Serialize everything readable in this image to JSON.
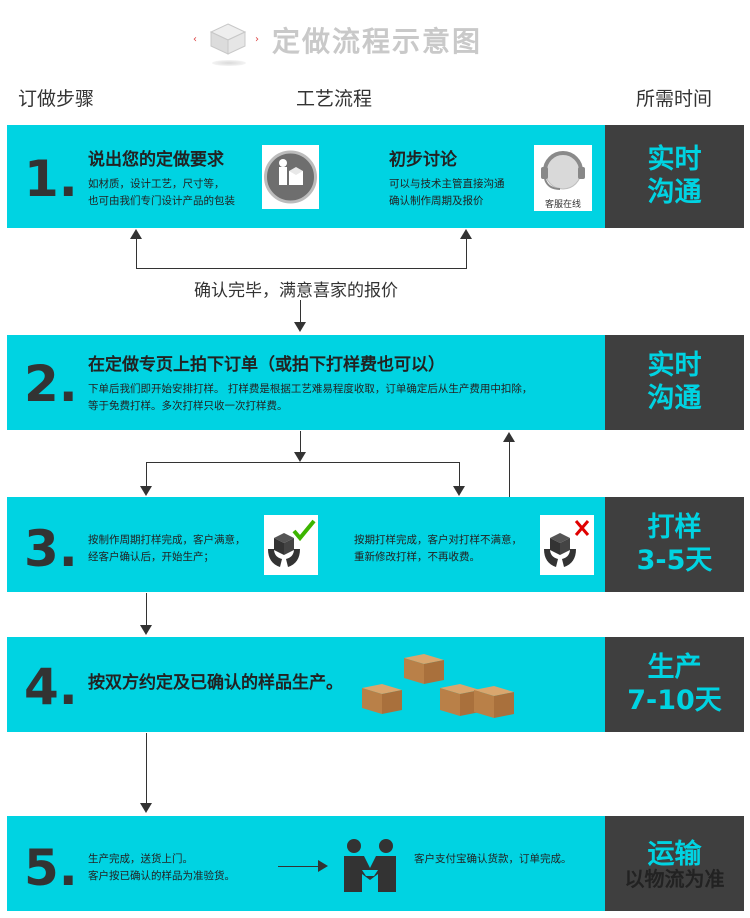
{
  "page_title": "定做流程示意图",
  "columns": {
    "order_steps": "订做步骤",
    "process_flow": "工艺流程",
    "time_needed": "所需时间"
  },
  "steps": [
    {
      "number": "1.",
      "left_heading": "说出您的定做要求",
      "left_lines": [
        "如材质，设计工艺，尺寸等，",
        "也可由我们专门设计产品的包装"
      ],
      "right_heading": "初步讨论",
      "right_lines": [
        "可以与技术主管直接沟通",
        "确认制作周期及报价"
      ],
      "service_label": "客服在线",
      "time_line1": "实时",
      "time_line2": "沟通"
    },
    {
      "number": "2.",
      "heading": "在定做专页上拍下订单（或拍下打样费也可以）",
      "lines": [
        "下单后我们即开始安排打样。   打样费是根据工艺难易程度收取，订单确定后从生产费用中扣除，",
        "等于免费打样。多次打样只收一次打样费。"
      ],
      "time_line1": "实时",
      "time_line2": "沟通"
    },
    {
      "number": "3.",
      "left_lines": [
        "按制作周期打样完成，客户满意，",
        "经客户确认后，开始生产；"
      ],
      "right_lines": [
        "按期打样完成，客户对打样不满意，",
        "重新修改打样，不再收费。"
      ],
      "time_line1": "打样",
      "time_line2": "3-5天"
    },
    {
      "number": "4.",
      "heading": "按双方约定及已确认的样品生产。",
      "time_line1": "生产",
      "time_line2": "7-10天"
    },
    {
      "number": "5.",
      "left_lines": [
        "生产完成，送货上门。",
        "客户按已确认的样品为准验货。"
      ],
      "right_lines": [
        "客户支付宝确认货款，订单完成。"
      ],
      "time_line1": "运输",
      "time_line2": "以物流为准"
    }
  ],
  "confirm_label": "确认完毕，满意喜家的报价",
  "colors": {
    "band": "#00d3e2",
    "time_bg": "#3f3f3f",
    "time_text": "#00d3e2",
    "check": "#3cb500",
    "cross": "#e00000"
  }
}
